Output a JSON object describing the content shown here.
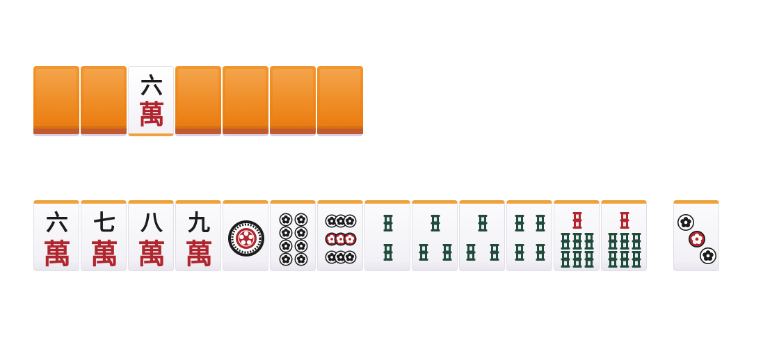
{
  "board": {
    "top_row": {
      "tiles": [
        {
          "state": "back"
        },
        {
          "state": "back"
        },
        {
          "state": "face-up",
          "suit": "characters",
          "rank": 6,
          "numeral": "六",
          "suit_char": "萬"
        },
        {
          "state": "back"
        },
        {
          "state": "back"
        },
        {
          "state": "back"
        },
        {
          "state": "back"
        }
      ]
    },
    "hand": {
      "tiles": [
        {
          "suit": "characters",
          "rank": 6,
          "numeral": "六",
          "suit_char": "萬"
        },
        {
          "suit": "characters",
          "rank": 7,
          "numeral": "七",
          "suit_char": "萬"
        },
        {
          "suit": "characters",
          "rank": 8,
          "numeral": "八",
          "suit_char": "萬"
        },
        {
          "suit": "characters",
          "rank": 9,
          "numeral": "九",
          "suit_char": "萬"
        },
        {
          "suit": "circles",
          "rank": 1
        },
        {
          "suit": "circles",
          "rank": 8
        },
        {
          "suit": "circles",
          "rank": 9
        },
        {
          "suit": "bamboo",
          "rank": 2
        },
        {
          "suit": "bamboo",
          "rank": 3
        },
        {
          "suit": "bamboo",
          "rank": 3
        },
        {
          "suit": "bamboo",
          "rank": 4
        },
        {
          "suit": "bamboo",
          "rank": 7
        },
        {
          "suit": "bamboo",
          "rank": 7
        }
      ],
      "drawn_tile": {
        "suit": "circles",
        "rank": 3
      }
    },
    "colors": {
      "tile_back": "#ee8619",
      "tile_face": "#f7f6f9",
      "tile_edge": "#f0a23a",
      "red_accent": "#b1262e",
      "black_ink": "#1b1b1b",
      "bamboo_green": "#1f4a3c"
    }
  }
}
